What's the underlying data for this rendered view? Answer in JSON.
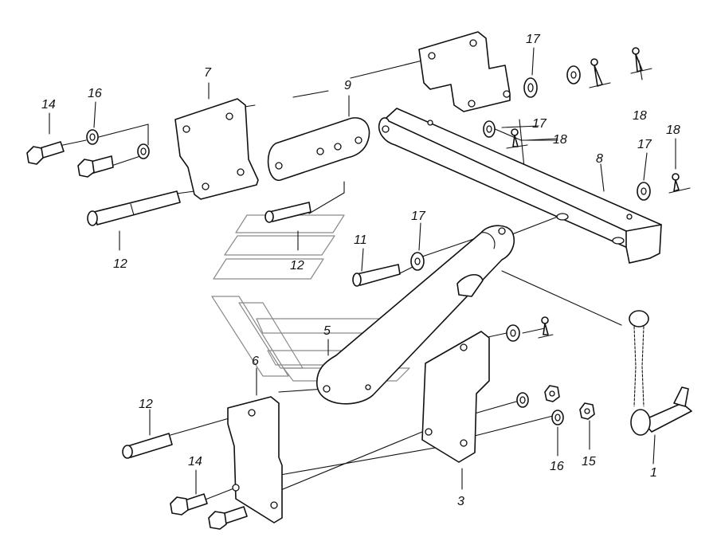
{
  "callouts": {
    "c_1": "1",
    "c_3": "3",
    "c_5": "5",
    "c_6": "6",
    "c_7": "7",
    "c_8": "8",
    "c_9": "9",
    "c_11": "11",
    "c_12_a": "12",
    "c_12_b": "12",
    "c_12_c": "12",
    "c_14_a": "14",
    "c_14_b": "14",
    "c_15": "15",
    "c_16_a": "16",
    "c_16_b": "16",
    "c_17_a": "17",
    "c_17_b": "17",
    "c_17_c": "17",
    "c_17_d": "17",
    "c_18_a": "18",
    "c_18_b": "18",
    "c_18_c": "18"
  },
  "colors": {
    "line": "#111111",
    "watermark": "#8a8a8a",
    "background": "#ffffff"
  }
}
